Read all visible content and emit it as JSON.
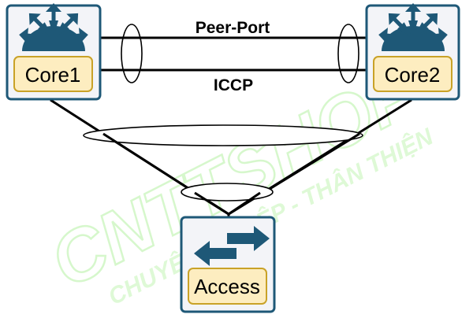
{
  "links": {
    "peer_port": "Peer-Port",
    "iccp": "ICCP"
  },
  "nodes": {
    "core1": "Core1",
    "core2": "Core2",
    "access": "Access"
  },
  "watermark": {
    "brand": "CNTTSHOP",
    "tagline": "CHUYÊN NGHIỆP - THÂN THIỆN"
  },
  "icons": {
    "core": "multilayer-switch-icon",
    "access": "layer2-switch-icon"
  },
  "colors": {
    "device_blue": "#1e5877",
    "label_fill": "#fdedc0",
    "label_border": "#c9a227",
    "box_fill": "#f3f4f8",
    "watermark": "#b6f2a4"
  }
}
